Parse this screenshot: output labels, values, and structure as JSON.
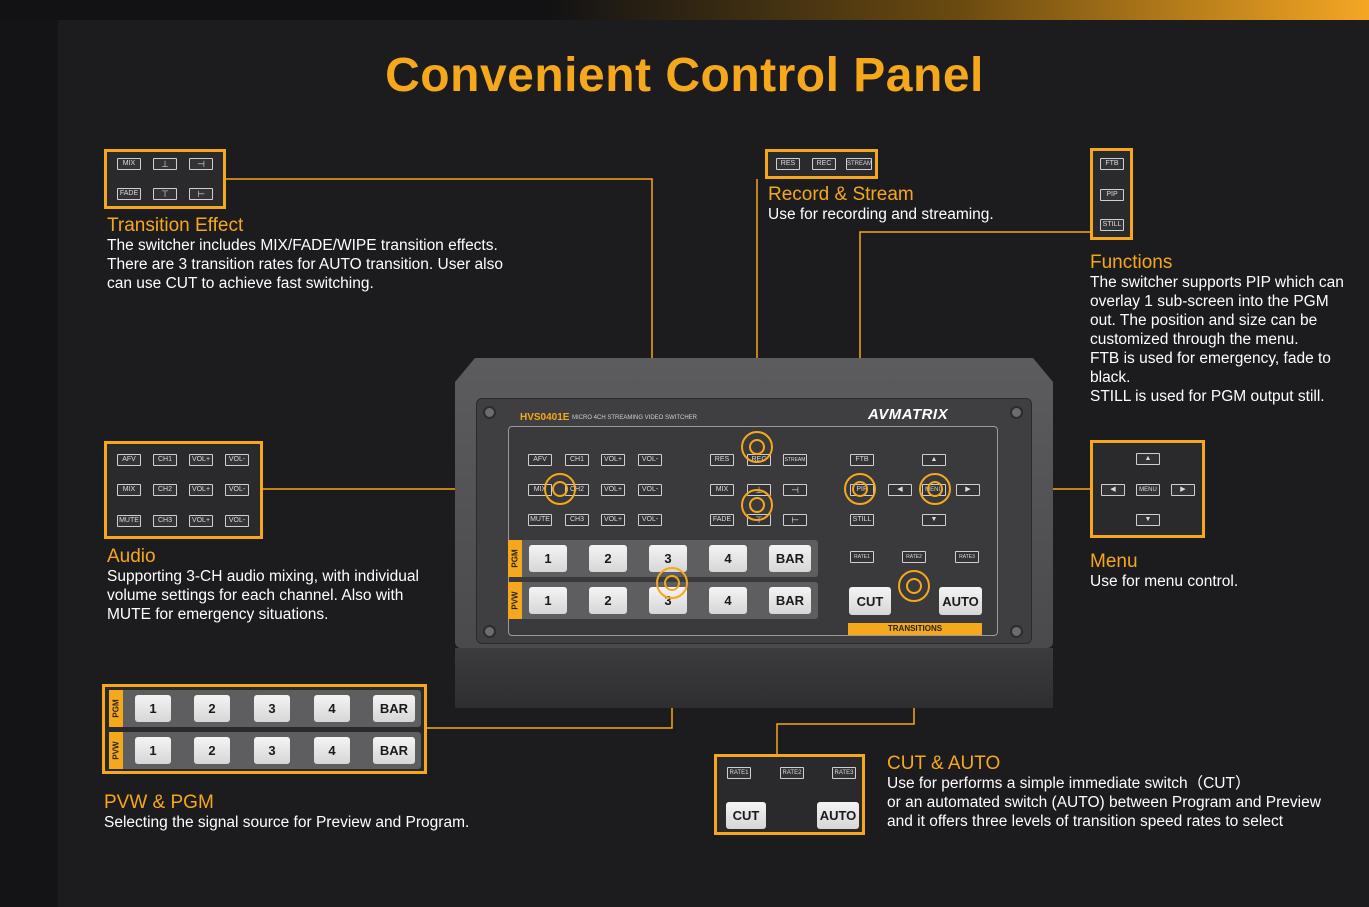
{
  "title": "Convenient Control Panel",
  "colors": {
    "accent": "#f5a81c",
    "background": "#1c1c1e"
  },
  "transition": {
    "heading": "Transition Effect",
    "lines": [
      "The switcher includes MIX/FADE/WIPE transition effects.",
      "There are 3 transition rates for AUTO transition. User also",
      "can use CUT to achieve fast switching."
    ],
    "buttons_row1": [
      "MIX",
      "⊥",
      "⊣"
    ],
    "buttons_row2": [
      "FADE",
      "⊤",
      "⊢"
    ]
  },
  "record": {
    "heading": "Record & Stream",
    "desc": "Use for recording and streaming.",
    "buttons": [
      "RES",
      "REC",
      "STREAM"
    ]
  },
  "functions": {
    "heading": "Functions",
    "lines": [
      "The switcher supports PIP which can",
      "overlay 1 sub-screen into the PGM",
      "out. The position and size can be",
      "customized through the menu.",
      "FTB is used for emergency, fade to",
      "black.",
      "STILL is used for PGM output still."
    ],
    "buttons": [
      "FTB",
      "PIP",
      "STILL"
    ]
  },
  "audio": {
    "heading": "Audio",
    "lines": [
      "Supporting 3-CH audio mixing, with individual",
      "volume settings for each channel. Also with",
      "MUTE for emergency situations."
    ],
    "row1": [
      "AFV",
      "CH1",
      "VOL+",
      "VOL-"
    ],
    "row2": [
      "MIX",
      "CH2",
      "VOL+",
      "VOL-"
    ],
    "row3": [
      "MUTE",
      "CH3",
      "VOL+",
      "VOL-"
    ]
  },
  "menu": {
    "heading": "Menu",
    "desc": "Use for menu control.",
    "up": "▲",
    "left": "◀",
    "center": "MENU",
    "right": "▶",
    "down": "▼"
  },
  "pvwpgm": {
    "heading": "PVW & PGM",
    "desc": "Selecting the signal source for Preview and Program.",
    "pgm_tag": "PGM",
    "pvw_tag": "PVW",
    "keys": [
      "1",
      "2",
      "3",
      "4",
      "BAR"
    ]
  },
  "cutauto": {
    "heading": "CUT & AUTO",
    "lines": [
      "Use for performs a simple immediate switch（CUT）",
      "or an automated switch (AUTO) between Program and Preview",
      "and it offers three levels of transition speed rates to select"
    ],
    "rates": [
      "RATE1",
      "RATE2",
      "RATE3"
    ],
    "cut": "CUT",
    "auto": "AUTO"
  },
  "device": {
    "model": "HVS0401E",
    "subtitle": "MICRO 4CH STREAMING VIDEO SWITCHER",
    "brand": "AVMATRIX",
    "transitions_label": "TRANSITIONS"
  }
}
